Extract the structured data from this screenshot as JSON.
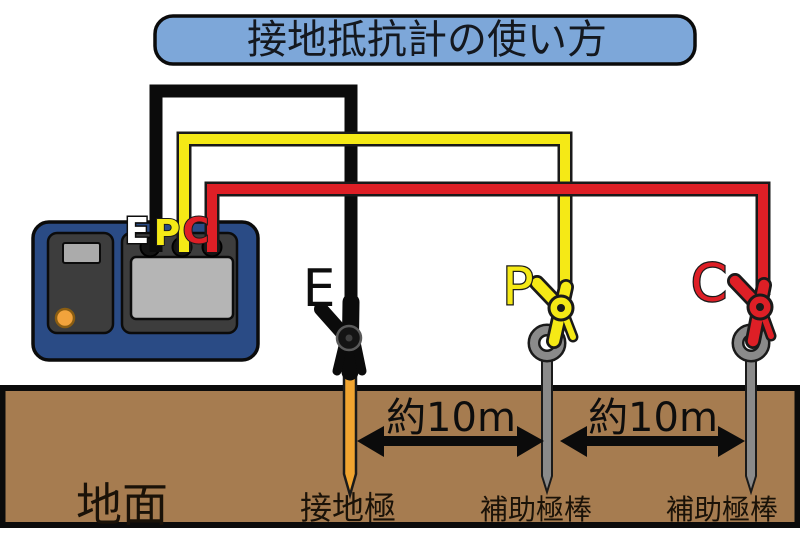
{
  "title": {
    "text": "接地抵抗計の使い方"
  },
  "meter": {
    "terminals": [
      {
        "id": "E",
        "label": "E"
      },
      {
        "id": "P",
        "label": "P"
      },
      {
        "id": "C",
        "label": "C"
      }
    ]
  },
  "probes": {
    "e": {
      "wire_label": "E",
      "electrode_label": "接地極"
    },
    "p": {
      "wire_label": "P",
      "electrode_label": "補助極棒"
    },
    "c": {
      "wire_label": "C",
      "electrode_label": "補助極棒"
    }
  },
  "ground": {
    "label": "地面"
  },
  "distances": [
    {
      "label": "約10m"
    },
    {
      "label": "約10m"
    }
  ],
  "colors": {
    "title_box": "#7DA7D9",
    "meter_body": "#2A4B85",
    "meter_panel": "#3D3D3D",
    "meter_screen": "#B5B5B5",
    "power_button": "#F2A33C",
    "wire_e": "#0B0B0B",
    "wire_p": "#F5E916",
    "wire_c": "#DE1F26",
    "earth_spike": "#F0A430",
    "aux_rod": "#8A8A8A",
    "ground_fill": "#A67C50",
    "outline": "#0B0B0B"
  }
}
